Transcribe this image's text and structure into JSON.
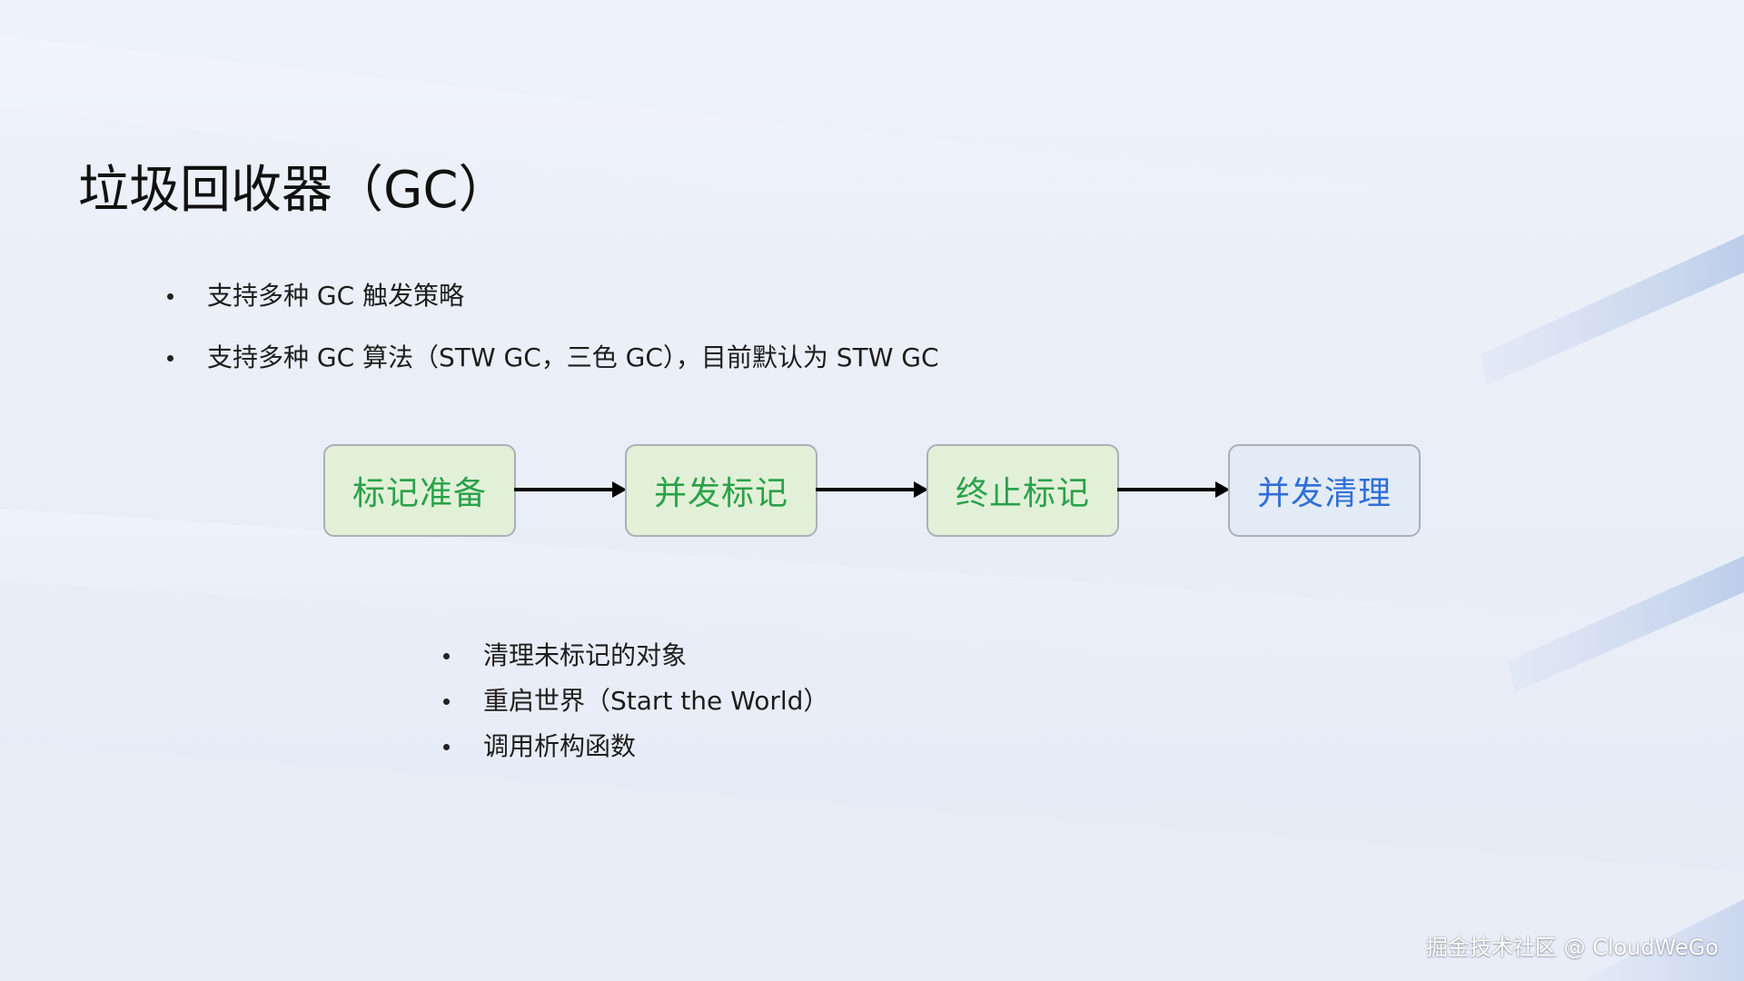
{
  "slide": {
    "title": "垃圾回收器（GC）",
    "bullets": [
      "支持多种 GC 触发策略",
      "支持多种 GC 算法（STW GC，三色 GC），目前默认为 STW GC"
    ],
    "flow": {
      "steps": [
        {
          "label": "标记准备",
          "color": "#2aa24a",
          "fill": "#e2f0d8"
        },
        {
          "label": "并发标记",
          "color": "#2aa24a",
          "fill": "#e2f0d8"
        },
        {
          "label": "终止标记",
          "color": "#2aa24a",
          "fill": "#e2f0d8"
        },
        {
          "label": "并发清理",
          "color": "#2f6fd6",
          "fill": "#e3ebf6"
        }
      ]
    },
    "sub_bullets": [
      "清理未标记的对象",
      "重启世界（Start the World）",
      "调用析构函数"
    ]
  },
  "watermark": "掘金技术社区 @ CloudWeGo"
}
